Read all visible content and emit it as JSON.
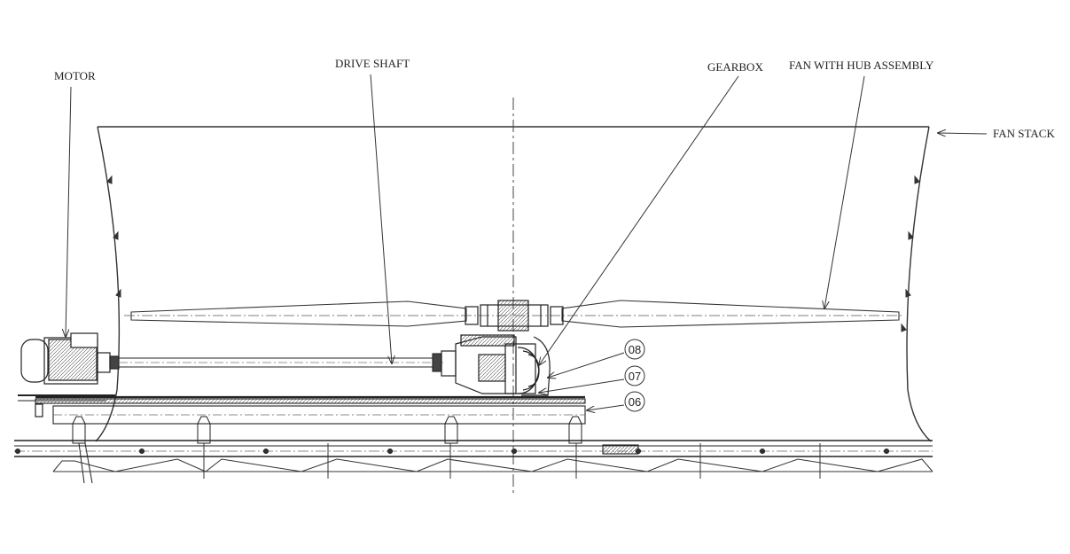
{
  "labels": {
    "motor": "MOTOR",
    "drive_shaft": "DRIVE SHAFT",
    "gearbox": "GEARBOX",
    "fan_hub": "FAN WITH HUB ASSEMBLY",
    "fan_stack": "FAN STACK"
  },
  "balloons": [
    "08",
    "07",
    "06"
  ],
  "colors": {
    "line": "#333333",
    "background": "#ffffff"
  }
}
